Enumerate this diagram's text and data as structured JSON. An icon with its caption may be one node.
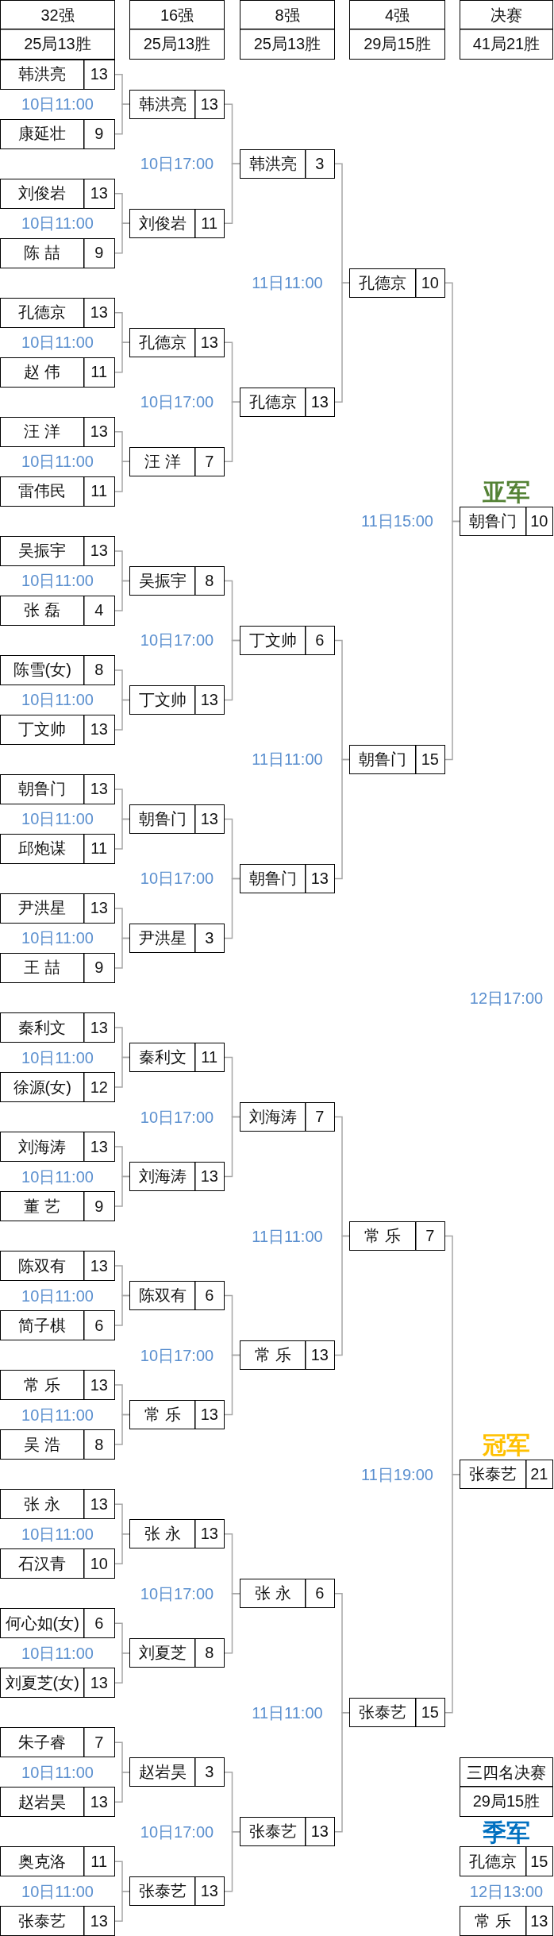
{
  "diagram": {
    "nodes": [
      {
        "text": [
          "32强",
          "25局13胜"
        ]
      },
      {
        "text": [
          "16强",
          "25局13胜"
        ]
      },
      {
        "text": [
          "8强",
          "25局13胜"
        ]
      },
      {
        "text": [
          "4强",
          "29局15胜"
        ]
      },
      {
        "text": [
          "决赛",
          "41局21胜"
        ]
      },
      {
        "text": [
          "韩洪亮",
          "13"
        ]
      },
      {
        "text": [
          "康延壮",
          "9"
        ]
      },
      {
        "text": [
          "刘俊岩",
          "13"
        ]
      },
      {
        "text": [
          "陈 喆",
          "9"
        ]
      },
      {
        "text": [
          "孔德京",
          "13"
        ]
      },
      {
        "text": [
          "赵 伟",
          "11"
        ]
      },
      {
        "text": [
          "汪 洋",
          "13"
        ]
      },
      {
        "text": [
          "雷伟民",
          "11"
        ]
      },
      {
        "text": [
          "吴振宇",
          "13"
        ]
      },
      {
        "text": [
          "张 磊",
          "4"
        ]
      },
      {
        "text": [
          "陈雪(女)",
          "8"
        ]
      },
      {
        "text": [
          "丁文帅",
          "13"
        ]
      },
      {
        "text": [
          "朝鲁门",
          "13"
        ]
      },
      {
        "text": [
          "邱炮谋",
          "11"
        ]
      },
      {
        "text": [
          "尹洪星",
          "13"
        ]
      },
      {
        "text": [
          "王 喆",
          "9"
        ]
      },
      {
        "text": [
          "秦利文",
          "13"
        ]
      },
      {
        "text": [
          "徐源(女)",
          "12"
        ]
      },
      {
        "text": [
          "刘海涛",
          "13"
        ]
      },
      {
        "text": [
          "董 艺",
          "9"
        ]
      },
      {
        "text": [
          "陈双有",
          "13"
        ]
      },
      {
        "text": [
          "简子棋",
          "6"
        ]
      },
      {
        "text": [
          "常 乐",
          "13"
        ]
      },
      {
        "text": [
          "吴 浩",
          "8"
        ]
      },
      {
        "text": [
          "张 永",
          "13"
        ]
      },
      {
        "text": [
          "石汉青",
          "10"
        ]
      },
      {
        "text": [
          "何心如(女)",
          "6"
        ]
      },
      {
        "text": [
          "刘夏芝(女)",
          "13"
        ]
      },
      {
        "text": [
          "朱子睿",
          "7"
        ]
      },
      {
        "text": [
          "赵岩昊",
          "13"
        ]
      },
      {
        "text": [
          "奥克洛",
          "11"
        ]
      },
      {
        "text": [
          "张泰艺",
          "13"
        ]
      },
      {
        "text": [
          "韩洪亮",
          "13"
        ]
      },
      {
        "text": [
          "刘俊岩",
          "11"
        ]
      },
      {
        "text": [
          "孔德京",
          "13"
        ]
      },
      {
        "text": [
          "汪 洋",
          "7"
        ]
      },
      {
        "text": [
          "吴振宇",
          "8"
        ]
      },
      {
        "text": [
          "丁文帅",
          "13"
        ]
      },
      {
        "text": [
          "朝鲁门",
          "13"
        ]
      },
      {
        "text": [
          "尹洪星",
          "3"
        ]
      },
      {
        "text": [
          "秦利文",
          "11"
        ]
      },
      {
        "text": [
          "刘海涛",
          "13"
        ]
      },
      {
        "text": [
          "陈双有",
          "6"
        ]
      },
      {
        "text": [
          "常 乐",
          "13"
        ]
      },
      {
        "text": [
          "张 永",
          "13"
        ]
      },
      {
        "text": [
          "刘夏芝",
          "8"
        ]
      },
      {
        "text": [
          "赵岩昊",
          "3"
        ]
      },
      {
        "text": [
          "张泰艺",
          "13"
        ]
      },
      {
        "text": [
          "韩洪亮",
          "3"
        ]
      },
      {
        "text": [
          "孔德京",
          "13"
        ]
      },
      {
        "text": [
          "丁文帅",
          "6"
        ]
      },
      {
        "text": [
          "朝鲁门",
          "13"
        ]
      },
      {
        "text": [
          "刘海涛",
          "7"
        ]
      },
      {
        "text": [
          "常 乐",
          "13"
        ]
      },
      {
        "text": [
          "张 永",
          "6"
        ]
      },
      {
        "text": [
          "张泰艺",
          "13"
        ]
      },
      {
        "text": [
          "孔德京",
          "10"
        ]
      },
      {
        "text": [
          "朝鲁门",
          "15"
        ]
      },
      {
        "text": [
          "常 乐",
          "7"
        ]
      },
      {
        "text": [
          "张泰艺",
          "15"
        ]
      },
      {
        "text": [
          "朝鲁门",
          "10"
        ],
        "beside": [
          "亚军"
        ]
      },
      {
        "text": [
          "张泰艺",
          "21"
        ],
        "beside": [
          "冠军"
        ]
      },
      {
        "text": [
          "三四名决赛",
          "29局15胜"
        ]
      },
      {
        "text": [
          "孔德京",
          "15"
        ],
        "beside": [
          "季军"
        ]
      },
      {
        "text": [
          "常 乐",
          "13"
        ]
      }
    ],
    "edges": [
      {
        "from": 5,
        "to": 37,
        "arrow": "none"
      },
      {
        "from": 6,
        "to": 37,
        "arrow": "none"
      },
      {
        "from": 7,
        "to": 38,
        "arrow": "none"
      },
      {
        "from": 8,
        "to": 38,
        "arrow": "none"
      },
      {
        "from": 9,
        "to": 39,
        "arrow": "none"
      },
      {
        "from": 10,
        "to": 39,
        "arrow": "none"
      },
      {
        "from": 11,
        "to": 40,
        "arrow": "none"
      },
      {
        "from": 12,
        "to": 40,
        "arrow": "none"
      },
      {
        "from": 13,
        "to": 41,
        "arrow": "none"
      },
      {
        "from": 14,
        "to": 41,
        "arrow": "none"
      },
      {
        "from": 15,
        "to": 42,
        "arrow": "none"
      },
      {
        "from": 16,
        "to": 42,
        "arrow": "none"
      },
      {
        "from": 17,
        "to": 43,
        "arrow": "none"
      },
      {
        "from": 18,
        "to": 43,
        "arrow": "none"
      },
      {
        "from": 19,
        "to": 44,
        "arrow": "none"
      },
      {
        "from": 20,
        "to": 44,
        "arrow": "none"
      },
      {
        "from": 21,
        "to": 45,
        "arrow": "none"
      },
      {
        "from": 22,
        "to": 45,
        "arrow": "none"
      },
      {
        "from": 23,
        "to": 46,
        "arrow": "none"
      },
      {
        "from": 24,
        "to": 46,
        "arrow": "none"
      },
      {
        "from": 25,
        "to": 47,
        "arrow": "none"
      },
      {
        "from": 26,
        "to": 47,
        "arrow": "none"
      },
      {
        "from": 27,
        "to": 48,
        "arrow": "none"
      },
      {
        "from": 28,
        "to": 48,
        "arrow": "none"
      },
      {
        "from": 29,
        "to": 49,
        "arrow": "none"
      },
      {
        "from": 30,
        "to": 49,
        "arrow": "none"
      },
      {
        "from": 31,
        "to": 50,
        "arrow": "none"
      },
      {
        "from": 32,
        "to": 50,
        "arrow": "none"
      },
      {
        "from": 33,
        "to": 51,
        "arrow": "none"
      },
      {
        "from": 34,
        "to": 51,
        "arrow": "none"
      },
      {
        "from": 35,
        "to": 52,
        "arrow": "none"
      },
      {
        "from": 36,
        "to": 52,
        "arrow": "none"
      },
      {
        "from": 37,
        "to": 53,
        "arrow": "none"
      },
      {
        "from": 38,
        "to": 53,
        "arrow": "none"
      },
      {
        "from": 39,
        "to": 54,
        "arrow": "none"
      },
      {
        "from": 40,
        "to": 54,
        "arrow": "none"
      },
      {
        "from": 41,
        "to": 55,
        "arrow": "none"
      },
      {
        "from": 42,
        "to": 55,
        "arrow": "none"
      },
      {
        "from": 43,
        "to": 56,
        "arrow": "none"
      },
      {
        "from": 44,
        "to": 56,
        "arrow": "none"
      },
      {
        "from": 45,
        "to": 57,
        "arrow": "none"
      },
      {
        "from": 46,
        "to": 57,
        "arrow": "none"
      },
      {
        "from": 47,
        "to": 58,
        "arrow": "none"
      },
      {
        "from": 48,
        "to": 58,
        "arrow": "none"
      },
      {
        "from": 49,
        "to": 59,
        "arrow": "none"
      },
      {
        "from": 50,
        "to": 59,
        "arrow": "none"
      },
      {
        "from": 51,
        "to": 60,
        "arrow": "none"
      },
      {
        "from": 52,
        "to": 60,
        "arrow": "none"
      },
      {
        "from": 53,
        "to": 61,
        "arrow": "none"
      },
      {
        "from": 54,
        "to": 61,
        "arrow": "none"
      },
      {
        "from": 55,
        "to": 62,
        "arrow": "none"
      },
      {
        "from": 56,
        "to": 62,
        "arrow": "none"
      },
      {
        "from": 57,
        "to": 63,
        "arrow": "none"
      },
      {
        "from": 58,
        "to": 63,
        "arrow": "none"
      },
      {
        "from": 59,
        "to": 64,
        "arrow": "none"
      },
      {
        "from": 60,
        "to": 64,
        "arrow": "none"
      },
      {
        "from": 61,
        "to": 65,
        "arrow": "none"
      },
      {
        "from": 62,
        "to": 65,
        "arrow": "none"
      },
      {
        "from": 63,
        "to": 66,
        "arrow": "none"
      },
      {
        "from": 64,
        "to": 66,
        "arrow": "none"
      }
    ],
    "labels": [
      "10日11:00",
      "10日11:00",
      "10日11:00",
      "10日11:00",
      "10日11:00",
      "10日11:00",
      "10日11:00",
      "10日11:00",
      "10日11:00",
      "10日11:00",
      "10日11:00",
      "10日11:00",
      "10日11:00",
      "10日11:00",
      "10日11:00",
      "10日11:00",
      "10日17:00",
      "10日17:00",
      "10日17:00",
      "10日17:00",
      "10日17:00",
      "10日17:00",
      "10日17:00",
      "10日17:00",
      "11日11:00",
      "11日11:00",
      "11日11:00",
      "11日11:00",
      "11日15:00",
      "11日19:00",
      "12日17:00",
      "12日13:00"
    ]
  }
}
